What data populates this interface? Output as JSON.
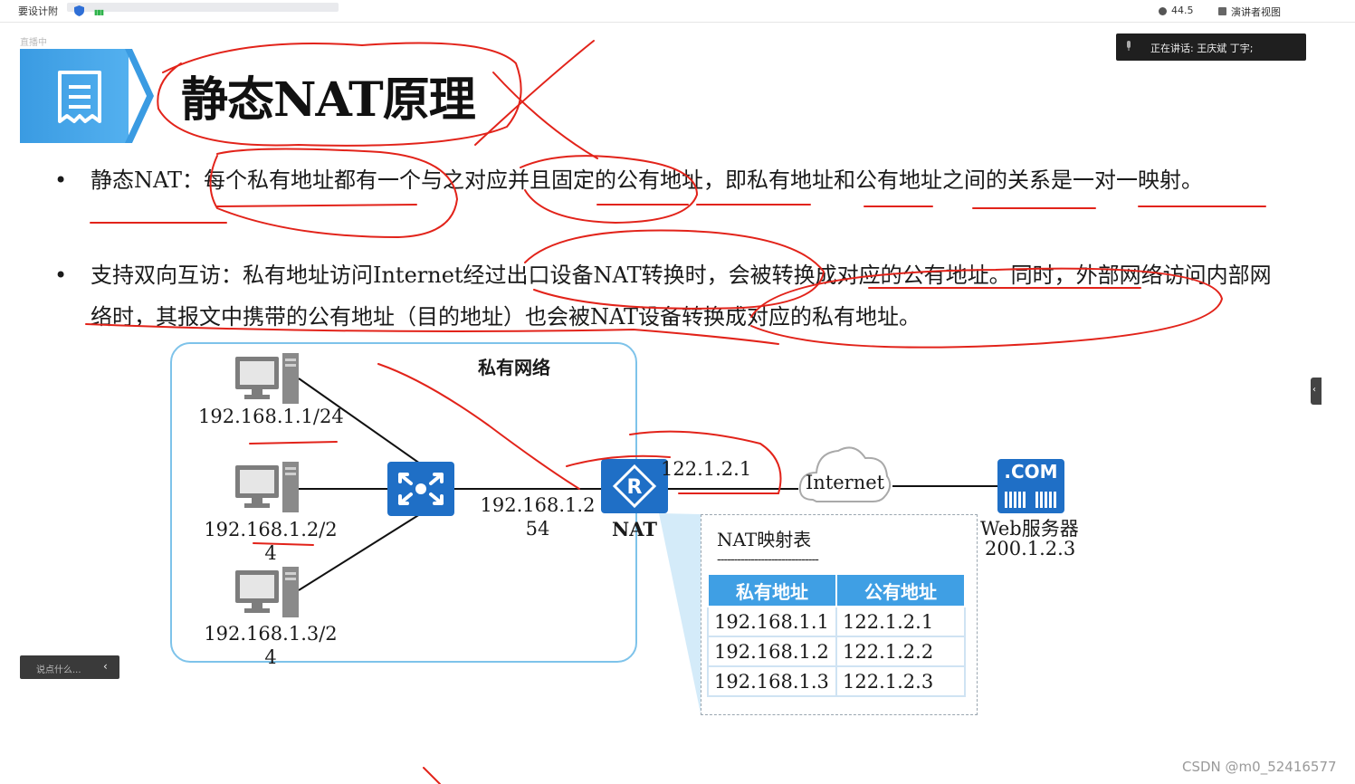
{
  "topbar": {
    "left_text": "要设计附",
    "right_text_1": "44.5",
    "right_text_2": "演讲者视图"
  },
  "live_tag": "直播中",
  "speaking": {
    "label": "正在讲话:",
    "names": "王庆斌 丁宇;"
  },
  "slide": {
    "title": "静态NAT原理",
    "bullets": [
      {
        "dot": "•",
        "text": "静态NAT：每个私有地址都有一个与之对应并且固定的公有地址，即私有地址和公有地址之间的关系是一对一映射。"
      },
      {
        "dot": "•",
        "text": "支持双向互访：私有地址访问Internet经过出口设备NAT转换时，会被转换成对应的公有地址。同时，外部网络访问内部网络时，其报文中携带的公有地址（目的地址）也会被NAT设备转换成对应的私有地址。"
      }
    ],
    "diagram": {
      "private_network_label": "私有网络",
      "hosts": [
        {
          "ip": "192.168.1.1/24"
        },
        {
          "ip_line1": "192.168.1.2/2",
          "ip_line2": "4"
        },
        {
          "ip_line1": "192.168.1.3/2",
          "ip_line2": "4"
        }
      ],
      "nat_inside_ip_line1": "192.168.1.2",
      "nat_inside_ip_line2": "54",
      "nat_label": "NAT",
      "nat_public_ip": "122.1.2.1",
      "internet_label": "Internet",
      "server_badge": ".COM",
      "server_label": "Web服务器",
      "server_ip": "200.1.2.3",
      "nat_table": {
        "title": "NAT映射表",
        "divider": "------------------------------",
        "headers": [
          "私有地址",
          "公有地址"
        ],
        "rows": [
          [
            "192.168.1.1",
            "122.1.2.1"
          ],
          [
            "192.168.1.2",
            "122.1.2.2"
          ],
          [
            "192.168.1.3",
            "122.1.2.3"
          ]
        ]
      }
    }
  },
  "chat": {
    "placeholder": "说点什么...",
    "chevron": "‹"
  },
  "side_tab": "‹",
  "watermark": "CSDN @m0_52416577",
  "colors": {
    "accent_blue": "#1f6fc6",
    "header_blue": "#3f9fe4",
    "lan_border": "#7ec3ea",
    "annotation_red": "#e2231a"
  },
  "icons": [
    "shield-icon",
    "signal-icon",
    "mic-icon",
    "document-icon",
    "computer-icon",
    "switch-icon",
    "router-icon",
    "cloud-icon",
    "server-icon"
  ]
}
